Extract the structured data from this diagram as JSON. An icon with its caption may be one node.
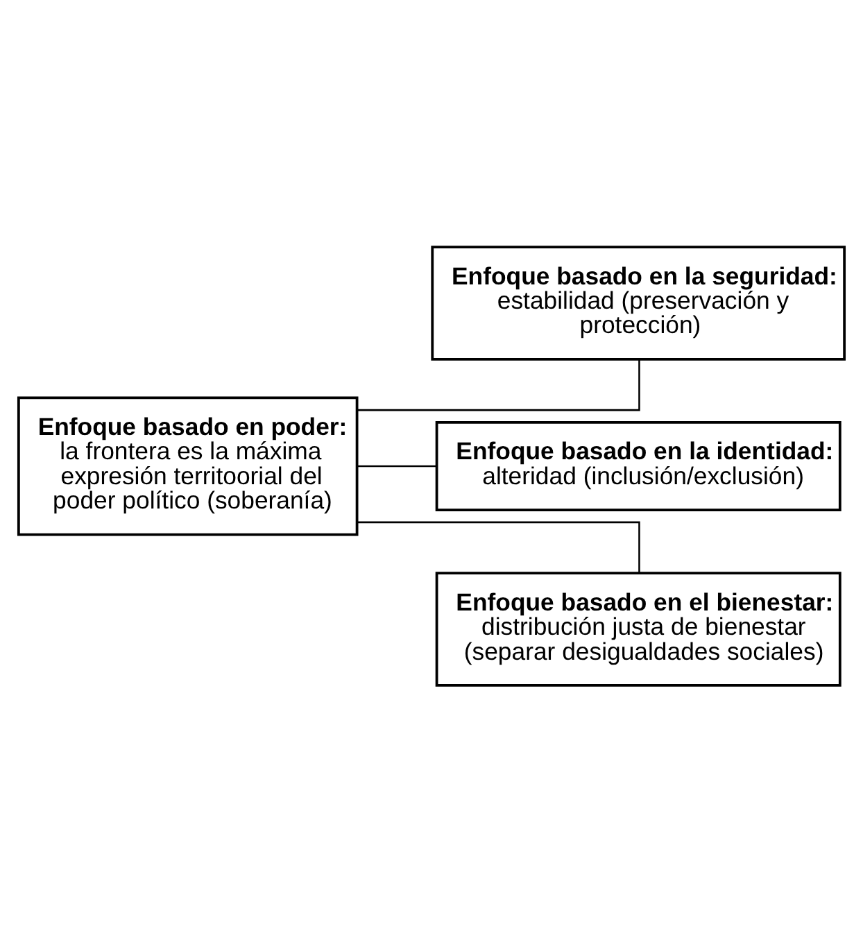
{
  "diagram": {
    "nodes": [
      {
        "text": [
          "Enfoque basado en poder:",
          "la frontera es la máxima expresión territoorial del poder político (soberanía)"
        ]
      },
      {
        "text": [
          "Enfoque basado en la seguridad:",
          "estabilidad (preservación y protección)"
        ]
      },
      {
        "text": [
          "Enfoque basado en la identidad:",
          "alteridad (inclusión/exclusión)"
        ]
      },
      {
        "text": [
          "Enfoque basado en el bienestar:",
          "distribución justa de bienestar (separar desigualdades sociales)"
        ]
      }
    ],
    "edges": [
      {
        "from": 0,
        "to": 1,
        "arrow": "none"
      },
      {
        "from": 0,
        "to": 2,
        "arrow": "none"
      },
      {
        "from": 0,
        "to": 3,
        "arrow": "none"
      }
    ]
  }
}
